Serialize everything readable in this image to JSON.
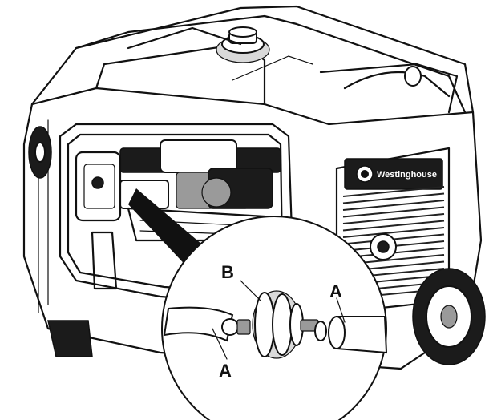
{
  "brand": {
    "text": "Westinghouse"
  },
  "callouts": {
    "a_left": "A",
    "a_right": "A",
    "b": "B"
  }
}
